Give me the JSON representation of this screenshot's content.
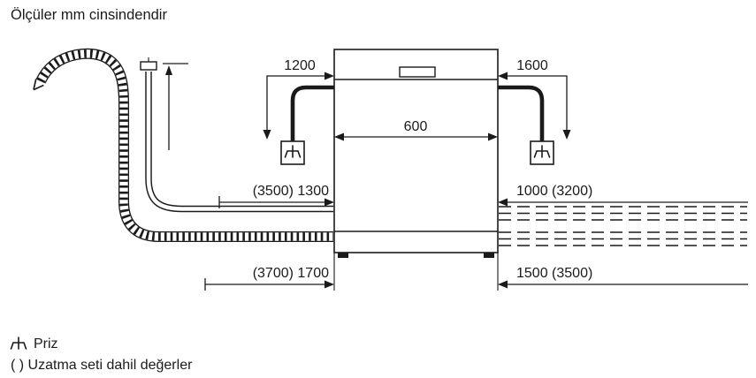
{
  "title": "Ölçüler mm cinsindendir",
  "dimensions": {
    "cable_left": "1200",
    "cable_right": "1600",
    "width": "600",
    "inlet_hose": "(3500) 1300",
    "right_top": "1000 (3200)",
    "drain_hose": "(3700) 1700",
    "right_bottom": "1500 (3500)"
  },
  "legend": {
    "socket": "Priz",
    "extension_note": "( ) Uzatma seti dahil değerler"
  },
  "colors": {
    "line": "#1a1a1a",
    "background": "#ffffff"
  }
}
